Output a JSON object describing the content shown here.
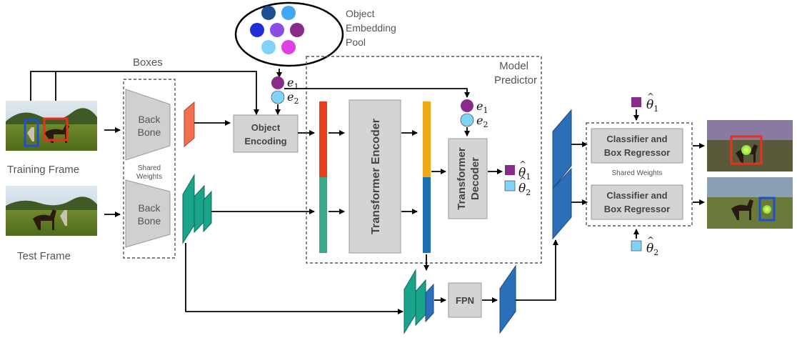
{
  "pool": {
    "label_line1": "Object",
    "label_line2": "Embedding",
    "label_line3": "Pool",
    "dot_colors": [
      "#1f4f8f",
      "#3fa9f5",
      "#1f2fd6",
      "#8a4fe0",
      "#8a2a8a",
      "#7fd3f7",
      "#e040e0"
    ]
  },
  "labels": {
    "boxes": "Boxes",
    "training_frame": "Training Frame",
    "test_frame": "Test Frame",
    "backbone_line1": "Back",
    "backbone_line2": "Bone",
    "shared_weights_line1": "Shared",
    "shared_weights_line2": "Weights",
    "object_encoding_line1": "Object",
    "object_encoding_line2": "Encoding",
    "model_predictor_line1": "Model",
    "model_predictor_line2": "Predictor",
    "transformer_encoder": "Transformer Encoder",
    "transformer_decoder_line1": "Transformer",
    "transformer_decoder_line2": "Decoder",
    "fpn": "FPN",
    "classifier_line1": "Classifier and",
    "classifier_line2": "Box Regressor",
    "shared_weights_right": "Shared Weights"
  },
  "math": {
    "e": "e",
    "sub1": "1",
    "sub2": "2",
    "theta": "θ",
    "hat": "^"
  },
  "colors": {
    "embed_e1": "#8a2a8a",
    "embed_e2": "#7fd3f7",
    "train_feat": "#f07050",
    "test_feat": "#1aa58a",
    "encoder_top": "#e8401c",
    "encoder_bottom": "#3aa88a",
    "output_top": "#f0a818",
    "output_bottom": "#1f6fb5",
    "fpn_feat": "#2a6fb8",
    "theta1": "#8a2a8a",
    "theta2": "#7fd3f7",
    "box_red": "#e83020",
    "box_blue": "#2050d0"
  }
}
